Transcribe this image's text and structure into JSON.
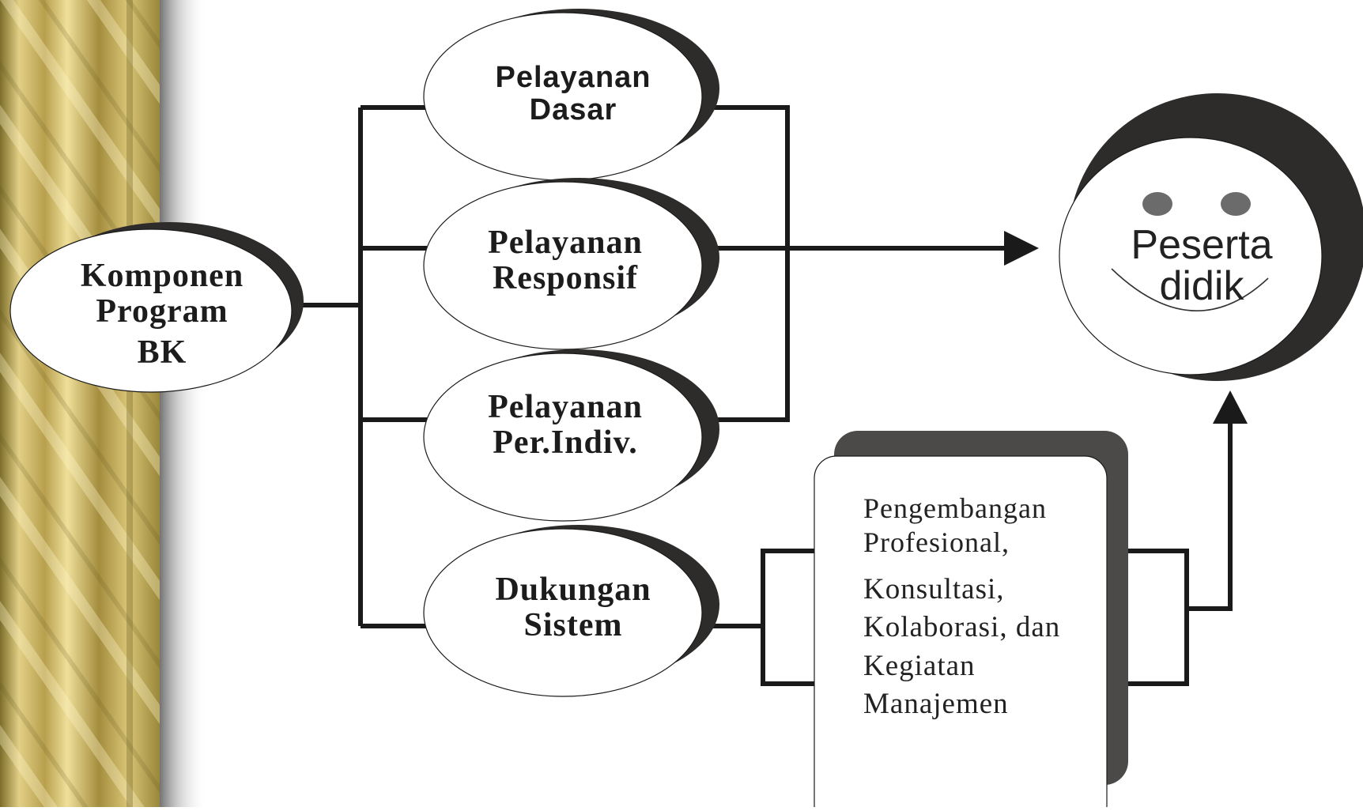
{
  "diagram": {
    "root": {
      "lines": [
        "Komponen",
        "Program",
        "BK"
      ]
    },
    "components": [
      {
        "lines": [
          "Pelayanan",
          "Dasar"
        ]
      },
      {
        "lines": [
          "Pelayanan",
          "Responsif"
        ]
      },
      {
        "lines": [
          "Pelayanan",
          "Per.Indiv."
        ]
      },
      {
        "lines": [
          "Dukungan",
          "Sistem"
        ]
      }
    ],
    "target": {
      "lines": [
        "Peserta",
        "didik"
      ]
    },
    "support_box": {
      "paragraph1": [
        "Pengembangan",
        "Profesional,"
      ],
      "paragraph2": [
        "Konsultasi,",
        "Kolaborasi, dan",
        "Kegiatan",
        "Manajemen"
      ]
    }
  },
  "colors": {
    "line": "#1a1a1a",
    "shadow": "#2e2c2b",
    "box_shadow": "#4b4a48",
    "gold_light": "#e8d588",
    "gold_dark": "#8a7a2e"
  }
}
